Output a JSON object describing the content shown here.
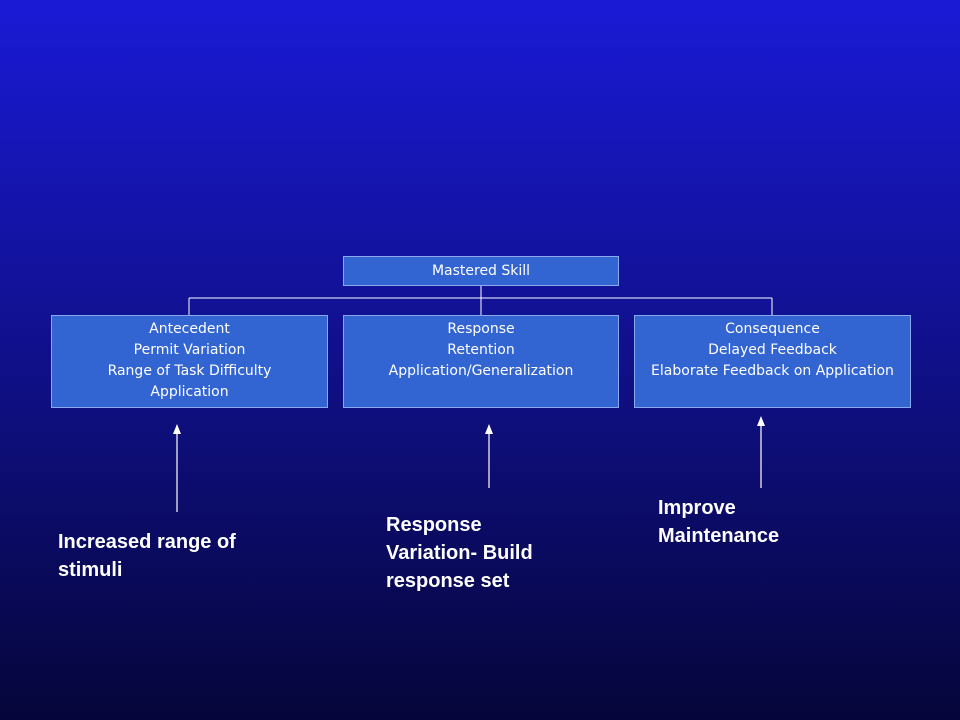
{
  "diagram": {
    "root": {
      "label": "Mastered Skill"
    },
    "children": [
      {
        "lines": [
          "Antecedent",
          "Permit Variation",
          "Range of Task Difficulty",
          "Application"
        ]
      },
      {
        "lines": [
          "Response",
          "Retention",
          "Application/Generalization"
        ]
      },
      {
        "lines": [
          "Consequence",
          "Delayed Feedback",
          "Elaborate Feedback on Application"
        ]
      }
    ],
    "annotations": [
      {
        "lines": [
          "Increased range of",
          "stimuli"
        ]
      },
      {
        "lines": [
          "Response",
          "Variation- Build",
          "response set"
        ]
      },
      {
        "lines": [
          "Improve",
          "Maintenance"
        ]
      }
    ]
  },
  "colors": {
    "background_top": "#1a1ad6",
    "background_bottom": "#05053a",
    "box_fill": "#3264d2",
    "box_border": "#8aa8ec",
    "text": "#ffffff",
    "connector": "#ffffff"
  }
}
